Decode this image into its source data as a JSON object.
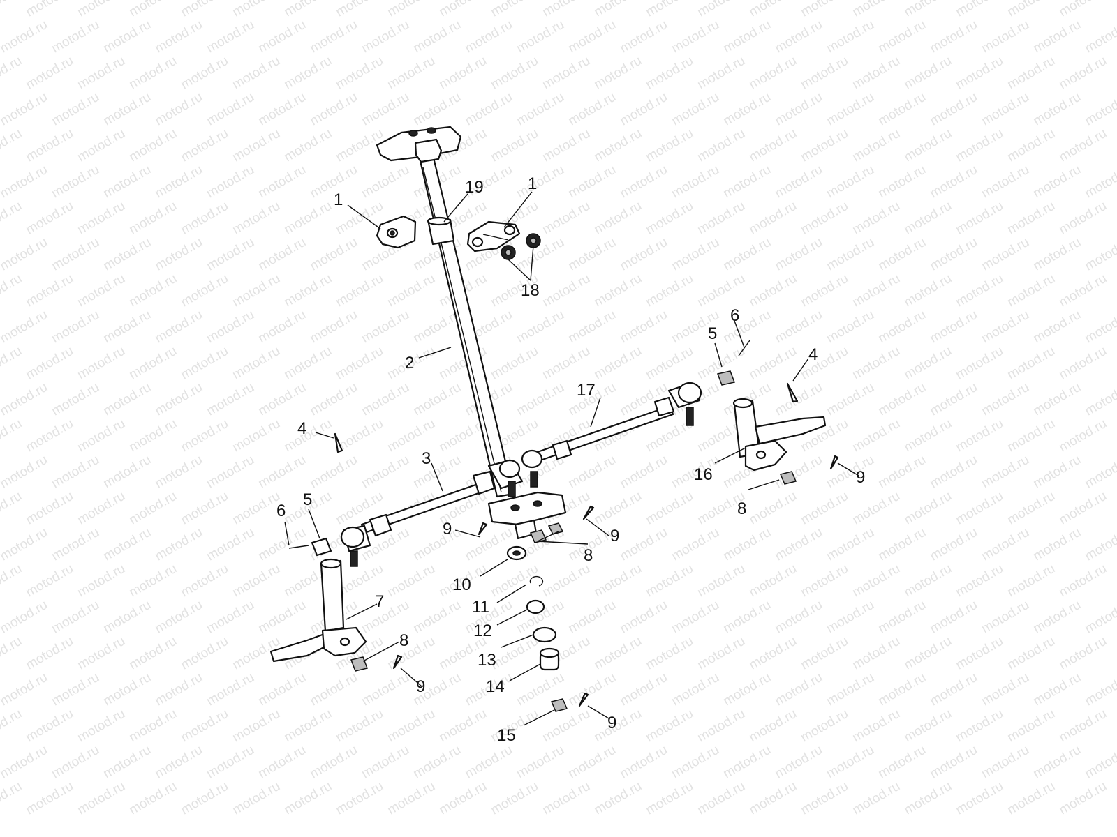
{
  "watermark": {
    "text": "motod.ru"
  },
  "callouts": [
    {
      "id": "c1a",
      "label": "1"
    },
    {
      "id": "c1b",
      "label": "1"
    },
    {
      "id": "c19",
      "label": "19"
    },
    {
      "id": "c18",
      "label": "18"
    },
    {
      "id": "c2",
      "label": "2"
    },
    {
      "id": "c6r",
      "label": "6"
    },
    {
      "id": "c5r",
      "label": "5"
    },
    {
      "id": "c4r",
      "label": "4"
    },
    {
      "id": "c17",
      "label": "17"
    },
    {
      "id": "c4l",
      "label": "4"
    },
    {
      "id": "c3",
      "label": "3"
    },
    {
      "id": "c16",
      "label": "16"
    },
    {
      "id": "c9r",
      "label": "9"
    },
    {
      "id": "c8r",
      "label": "8"
    },
    {
      "id": "c6l",
      "label": "6"
    },
    {
      "id": "c5l",
      "label": "5"
    },
    {
      "id": "c9a",
      "label": "9"
    },
    {
      "id": "c9b",
      "label": "9"
    },
    {
      "id": "c8c",
      "label": "8"
    },
    {
      "id": "c10",
      "label": "10"
    },
    {
      "id": "c7",
      "label": "7"
    },
    {
      "id": "c11",
      "label": "11"
    },
    {
      "id": "c12",
      "label": "12"
    },
    {
      "id": "c8l",
      "label": "8"
    },
    {
      "id": "c13",
      "label": "13"
    },
    {
      "id": "c9l",
      "label": "9"
    },
    {
      "id": "c14",
      "label": "14"
    },
    {
      "id": "c9bot",
      "label": "9"
    },
    {
      "id": "c15",
      "label": "15"
    }
  ]
}
